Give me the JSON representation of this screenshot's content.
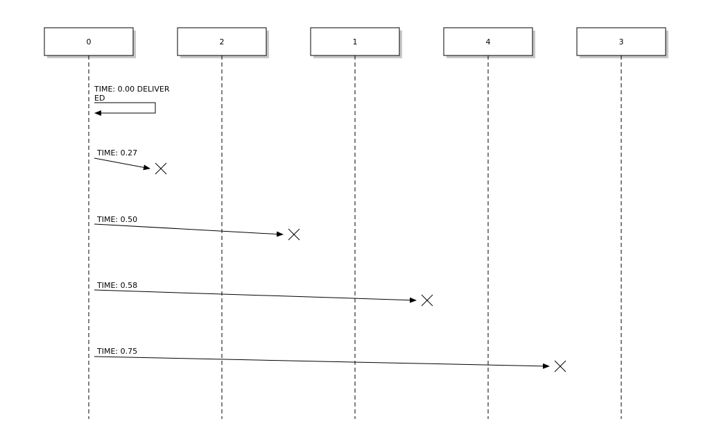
{
  "participants": [
    {
      "id": "p0",
      "label": "0"
    },
    {
      "id": "p2",
      "label": "2"
    },
    {
      "id": "p1",
      "label": "1"
    },
    {
      "id": "p4",
      "label": "4"
    },
    {
      "id": "p3",
      "label": "3"
    }
  ],
  "messages": [
    {
      "kind": "self",
      "from": 0,
      "to": 0,
      "label_lines": [
        "TIME:  0.00 DELIVER",
        "ED"
      ]
    },
    {
      "kind": "lost",
      "from": 0,
      "to": 0,
      "label_lines": [
        "TIME:  0.27"
      ]
    },
    {
      "kind": "lost",
      "from": 0,
      "to": 1,
      "label_lines": [
        "TIME:  0.50"
      ]
    },
    {
      "kind": "lost",
      "from": 0,
      "to": 2,
      "label_lines": [
        "TIME:  0.58"
      ]
    },
    {
      "kind": "lost",
      "from": 0,
      "to": 3,
      "label_lines": [
        "TIME:  0.75"
      ]
    }
  ]
}
